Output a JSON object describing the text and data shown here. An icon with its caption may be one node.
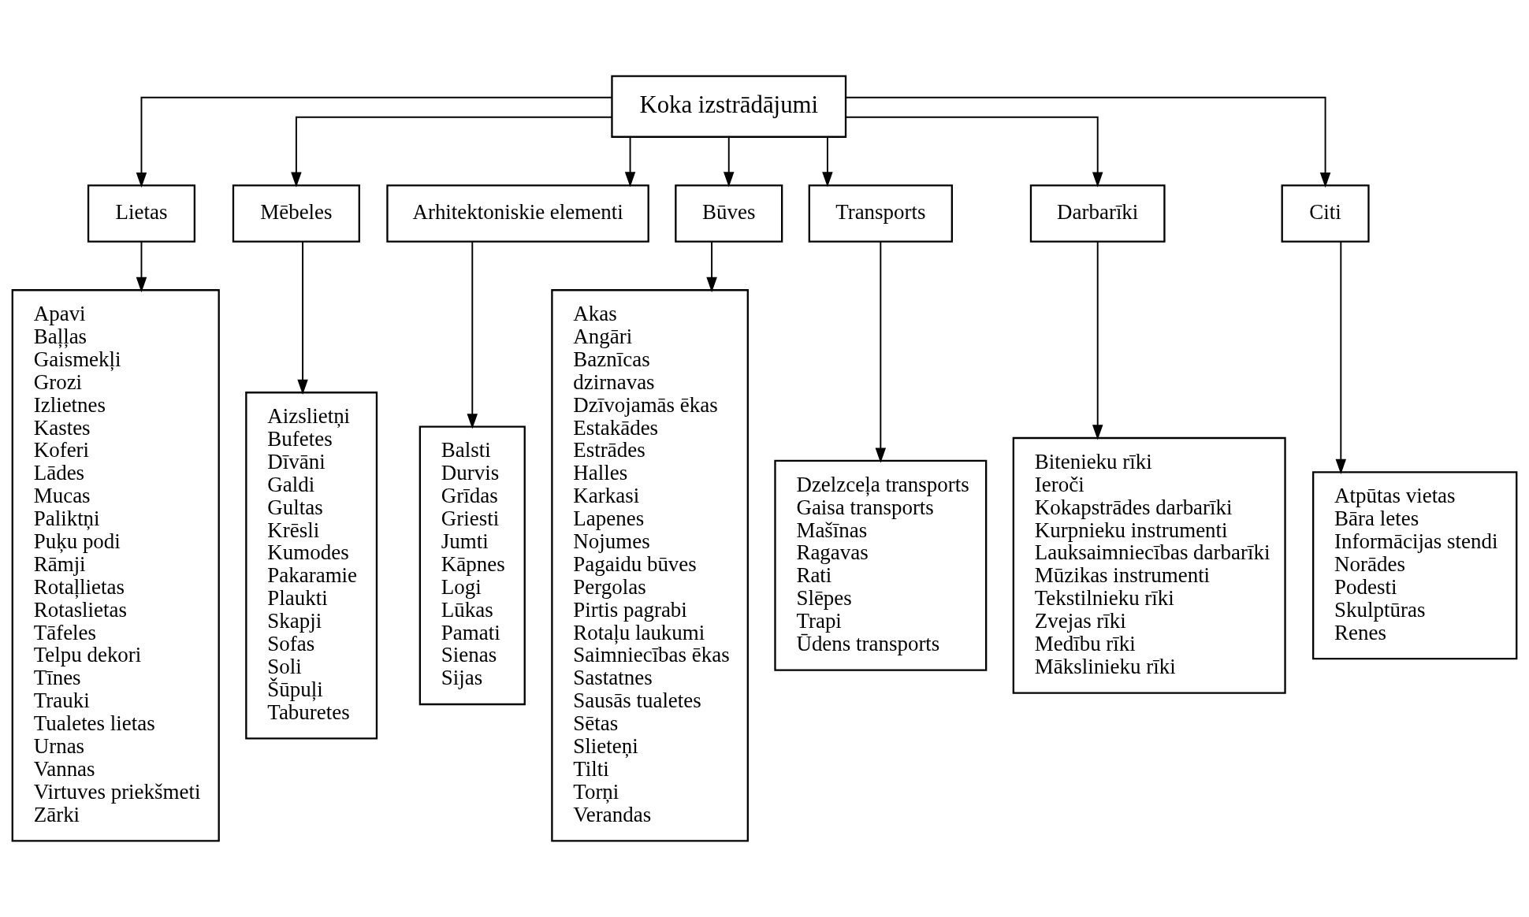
{
  "diagram": {
    "nodes": [
      {
        "text": [
          "Koka izstrādājumi"
        ]
      },
      {
        "text": [
          "Lietas"
        ]
      },
      {
        "text": [
          "Mēbeles"
        ]
      },
      {
        "text": [
          "Arhitektoniskie elementi"
        ]
      },
      {
        "text": [
          "Būves"
        ]
      },
      {
        "text": [
          "Transports"
        ]
      },
      {
        "text": [
          "Darbarīki"
        ]
      },
      {
        "text": [
          "Citi"
        ]
      },
      {
        "text": [
          "Apavi",
          "Baļļas",
          "Gaismekļi",
          "Grozi",
          "Izlietnes",
          "Kastes",
          "Koferi",
          "Lādes",
          "Mucas",
          "Paliktņi",
          "Puķu podi",
          "Rāmji",
          "Rotaļlietas",
          "Rotaslietas",
          "Tāfeles",
          "Telpu dekori",
          "Tīnes",
          "Trauki",
          "Tualetes lietas",
          "Urnas",
          "Vannas",
          "Virtuves priekšmeti",
          "Zārki"
        ]
      },
      {
        "text": [
          "Aizslietņi",
          "Bufetes",
          "Dīvāni",
          "Galdi",
          "Gultas",
          "Krēsli",
          "Kumodes",
          "Pakaramie",
          "Plaukti",
          "Skapji",
          "Sofas",
          "Soli",
          "Šūpuļi",
          "Taburetes"
        ]
      },
      {
        "text": [
          "Balsti",
          "Durvis",
          "Grīdas",
          "Griesti",
          "Jumti",
          "Kāpnes",
          "Logi",
          "Lūkas",
          "Pamati",
          "Sienas",
          "Sijas"
        ]
      },
      {
        "text": [
          "Akas",
          "Angāri",
          "Baznīcas",
          "dzirnavas",
          "Dzīvojamās ēkas",
          "Estakādes",
          "Estrādes",
          "Halles",
          "Karkasi",
          "Lapenes",
          "Nojumes",
          "Pagaidu būves",
          "Pergolas",
          "Pirtis pagrabi",
          "Rotaļu laukumi",
          "Saimniecības ēkas",
          "Sastatnes",
          "Sausās tualetes",
          "Sētas",
          "Slieteņi",
          "Tilti",
          "Torņi",
          "Verandas"
        ]
      },
      {
        "text": [
          "Dzelzceļa transports",
          "Gaisa transports",
          "Mašīnas",
          "Ragavas",
          "Rati",
          "Slēpes",
          "Trapi",
          "Ūdens transports"
        ]
      },
      {
        "text": [
          "Bitenieku rīki",
          "Ieroči",
          "Kokapstrādes darbarīki",
          "Kurpnieku instrumenti",
          "Lauksaimniecības darbarīki",
          "Mūzikas instrumenti",
          "Tekstilnieku rīki",
          "Zvejas rīki",
          "Medību rīki",
          "Mākslinieku rīki"
        ]
      },
      {
        "text": [
          "Atpūtas vietas",
          "Bāra letes",
          "Informācijas stendi",
          "Norādes",
          "Podesti",
          "Skulptūras",
          "Renes"
        ]
      }
    ],
    "edges": [
      {
        "from": 0,
        "to": 1,
        "arrow": "to"
      },
      {
        "from": 0,
        "to": 2,
        "arrow": "to"
      },
      {
        "from": 0,
        "to": 3,
        "arrow": "to"
      },
      {
        "from": 0,
        "to": 4,
        "arrow": "to"
      },
      {
        "from": 0,
        "to": 5,
        "arrow": "to"
      },
      {
        "from": 0,
        "to": 6,
        "arrow": "to"
      },
      {
        "from": 0,
        "to": 7,
        "arrow": "to"
      },
      {
        "from": 1,
        "to": 8,
        "arrow": "to"
      },
      {
        "from": 2,
        "to": 9,
        "arrow": "to"
      },
      {
        "from": 3,
        "to": 10,
        "arrow": "to"
      },
      {
        "from": 4,
        "to": 11,
        "arrow": "to"
      },
      {
        "from": 5,
        "to": 12,
        "arrow": "to"
      },
      {
        "from": 6,
        "to": 13,
        "arrow": "to"
      },
      {
        "from": 7,
        "to": 14,
        "arrow": "to"
      }
    ]
  }
}
